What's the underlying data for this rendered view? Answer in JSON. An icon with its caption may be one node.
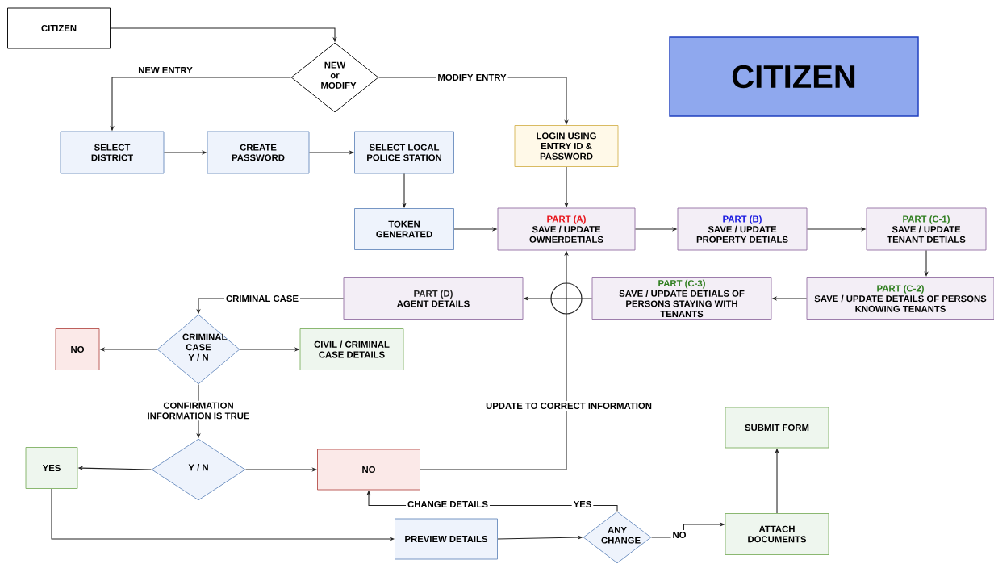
{
  "diagram": {
    "nodes": [
      {
        "text": [
          "CITIZEN"
        ]
      },
      {
        "text": [
          "NEW or MODIFY"
        ]
      },
      {
        "text": [
          "SELECT DISTRICT"
        ]
      },
      {
        "text": [
          "CREATE PASSWORD"
        ]
      },
      {
        "text": [
          "SELECT LOCAL POLICE STATION"
        ]
      },
      {
        "text": [
          "LOGIN USING ENTRY ID & PASSWORD"
        ]
      },
      {
        "text": [
          "TOKEN GENERATED"
        ]
      },
      {
        "text": [
          "PART (A)",
          "SAVE / UPDATE OWNERDETIALS"
        ]
      },
      {
        "text": [
          "PART (B)",
          "SAVE / UPDATE PROPERTY DETIALS"
        ]
      },
      {
        "text": [
          "PART (C-1)",
          "SAVE / UPDATE TENANT DETIALS"
        ]
      },
      {
        "text": [
          "PART (C-2)",
          "SAVE / UPDATE DETAILS OF PERSONS KNOWING TENANTS"
        ]
      },
      {
        "text": [
          "PART (C-3)",
          "SAVE / UPDATE DETIALS OF PERSONS STAYING WITH TENANTS"
        ]
      },
      {
        "text": [
          "PART (D)",
          "AGENT DETAILS"
        ]
      },
      {
        "text": [
          "CRIMINAL CASE Y / N"
        ]
      },
      {
        "text": [
          "NO"
        ]
      },
      {
        "text": [
          "CIVIL / CRIMINAL CASE DETAILS"
        ]
      },
      {
        "text": [
          "Y / N"
        ]
      },
      {
        "text": [
          "YES"
        ]
      },
      {
        "text": [
          "NO"
        ]
      },
      {
        "text": [
          "PREVIEW DETAILS"
        ]
      },
      {
        "text": [
          "ANY CHANGE"
        ]
      },
      {
        "text": [
          "ATTACH DOCUMENTS"
        ]
      },
      {
        "text": [
          "SUBMIT FORM"
        ]
      },
      {
        "text": [
          "CITIZEN"
        ]
      }
    ],
    "edges": [
      {
        "from": 0,
        "to": 1,
        "arrow": "to"
      },
      {
        "from": 1,
        "to": 2,
        "arrow": "to",
        "label": "NEW ENTRY"
      },
      {
        "from": 1,
        "to": 5,
        "arrow": "to",
        "label": "MODIFY ENTRY"
      },
      {
        "from": 2,
        "to": 3,
        "arrow": "to"
      },
      {
        "from": 3,
        "to": 4,
        "arrow": "to"
      },
      {
        "from": 4,
        "to": 6,
        "arrow": "to"
      },
      {
        "from": 6,
        "to": 7,
        "arrow": "to"
      },
      {
        "from": 5,
        "to": 7,
        "arrow": "to"
      },
      {
        "from": 7,
        "to": 8,
        "arrow": "to"
      },
      {
        "from": 8,
        "to": 9,
        "arrow": "to"
      },
      {
        "from": 9,
        "to": 10,
        "arrow": "to"
      },
      {
        "from": 10,
        "to": 11,
        "arrow": "to"
      },
      {
        "from": 11,
        "to": 12,
        "arrow": "to"
      },
      {
        "from": 12,
        "to": 13,
        "arrow": "to",
        "label": "CRIMINAL CASE"
      },
      {
        "from": 13,
        "to": 14,
        "arrow": "to"
      },
      {
        "from": 13,
        "to": 15,
        "arrow": "to"
      },
      {
        "from": 13,
        "to": 16,
        "arrow": "to",
        "label": "CONFIRMATION INFORMATION IS TRUE"
      },
      {
        "from": 16,
        "to": 17,
        "arrow": "to"
      },
      {
        "from": 16,
        "to": 18,
        "arrow": "to"
      },
      {
        "from": 18,
        "to": 7,
        "arrow": "to",
        "label": "UPDATE TO CORRECT INFORMATION"
      },
      {
        "from": 17,
        "to": 19,
        "arrow": "to"
      },
      {
        "from": 19,
        "to": 20,
        "arrow": "to"
      },
      {
        "from": 20,
        "to": 18,
        "arrow": "to",
        "label": "CHANGE DETAILS"
      },
      {
        "from": 20,
        "to": 21,
        "arrow": "to",
        "label": "NO"
      },
      {
        "from": 21,
        "to": 22,
        "arrow": "to"
      }
    ],
    "labels": [
      "YES"
    ]
  }
}
